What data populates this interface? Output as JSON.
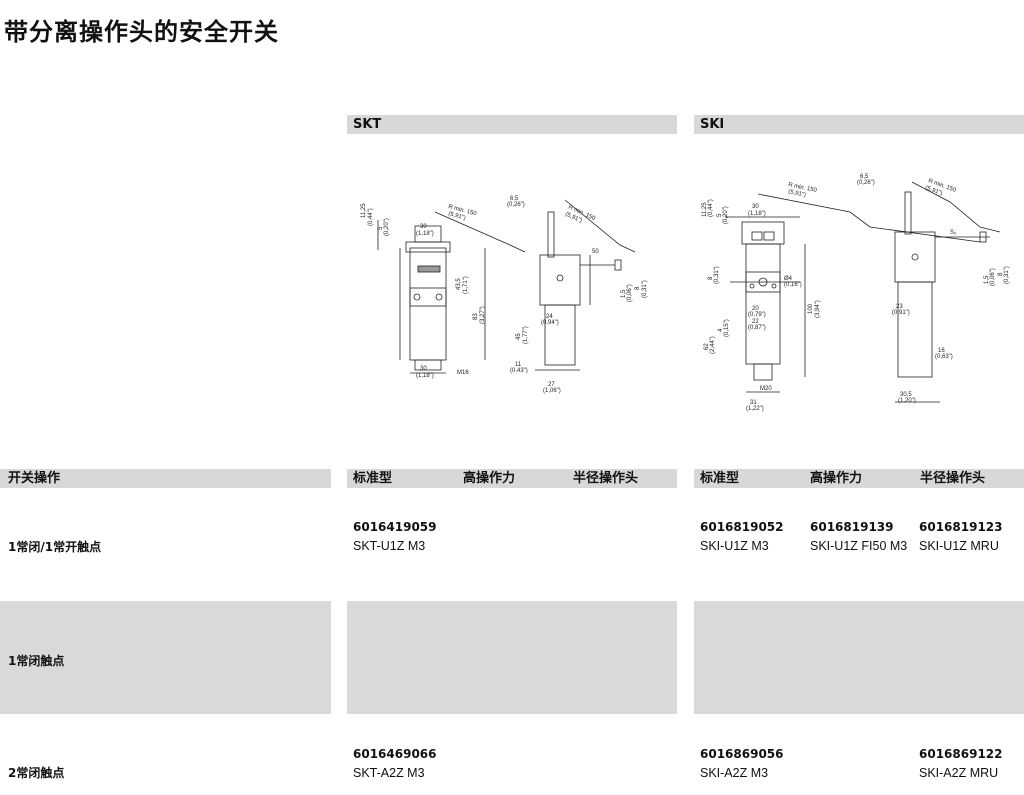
{
  "page": {
    "title": "带分离操作头的安全开关"
  },
  "products": [
    {
      "name": "SKT"
    },
    {
      "name": "SKI"
    }
  ],
  "table": {
    "header_label": "开关操作",
    "col_headers": {
      "skt": [
        "标准型",
        "高操作力",
        "半径操作头"
      ],
      "ski": [
        "标准型",
        "高操作力",
        "半径操作头"
      ]
    },
    "rows": [
      {
        "label": "1常闭/1常开触点",
        "skt": [
          {
            "code": "6016419059",
            "model": "SKT-U1Z M3"
          },
          {
            "code": "",
            "model": ""
          },
          {
            "code": "",
            "model": ""
          }
        ],
        "ski": [
          {
            "code": "6016819052",
            "model": "SKI-U1Z M3"
          },
          {
            "code": "6016819139",
            "model": "SKI-U1Z FI50 M3"
          },
          {
            "code": "6016819123",
            "model": "SKI-U1Z MRU"
          }
        ]
      },
      {
        "label": "1常闭触点",
        "skt": [],
        "ski": []
      },
      {
        "label": "2常闭触点",
        "skt": [
          {
            "code": "6016469066",
            "model": "SKT-A2Z M3"
          }
        ],
        "ski": [
          {
            "code": "6016869056",
            "model": "SKI-A2Z M3"
          },
          {
            "code": "",
            "model": ""
          },
          {
            "code": "6016869122",
            "model": "SKI-A2Z MRU"
          }
        ]
      }
    ]
  },
  "dimensions": {
    "skt": {
      "d1": "11,25",
      "d1i": "(0,44\")",
      "d2": "5",
      "d2i": "(0,20\")",
      "d3": "30",
      "d3i": "(1,18\")",
      "r": "R min. 150",
      "ri": "(5,91\")",
      "d4": "6,5",
      "d4i": "(0,26\")",
      "d5": "43,5",
      "d5i": "(1,71\")",
      "d6": "83",
      "d6i": "(3,27\")",
      "d7": "50",
      "d8": "1,5",
      "d8i": "(0,06\")",
      "d9": "8",
      "d9i": "(0,31\")",
      "d10": "24",
      "d10i": "(0,94\")",
      "d11": "45",
      "d11i": "(1,77\")",
      "d12": "11",
      "d12i": "(0,43\")",
      "d13": "27",
      "d13i": "(1,06\")",
      "d14": "30",
      "d14i": "(1,18\")",
      "thread": "M16"
    },
    "ski": {
      "d1": "11,25",
      "d1i": "(0,44\")",
      "d2": "5",
      "d2i": "(0,20\")",
      "d3": "30",
      "d3i": "(1,18\")",
      "r": "R min. 150",
      "ri": "(5,91\")",
      "d4": "6,5",
      "d4i": "(0,26\")",
      "r2": "R min. 150",
      "r2i": "(5,91\")",
      "s0": "S₀",
      "d5": "8",
      "d5i": "(0,31\")",
      "d6": "Ø4",
      "d6i": "(0,16\")",
      "d7": "20",
      "d7i": "(0,79\")",
      "d8": "22",
      "d8i": "(0,87\")",
      "d9": "4",
      "d9i": "(0,15\")",
      "d10": "62",
      "d10i": "(2,44\")",
      "d11": "100",
      "d11i": "(3,94\")",
      "d12": "1,5",
      "d12i": "(0,06\")",
      "d13": "8",
      "d13i": "(0,31\")",
      "d14": "23",
      "d14i": "(0,91\")",
      "d15": "16",
      "d15i": "(0,63\")",
      "d16": "31",
      "d16i": "(1,22\")",
      "d17": "30,5",
      "d17i": "(1,20\")",
      "thread": "M20"
    }
  }
}
